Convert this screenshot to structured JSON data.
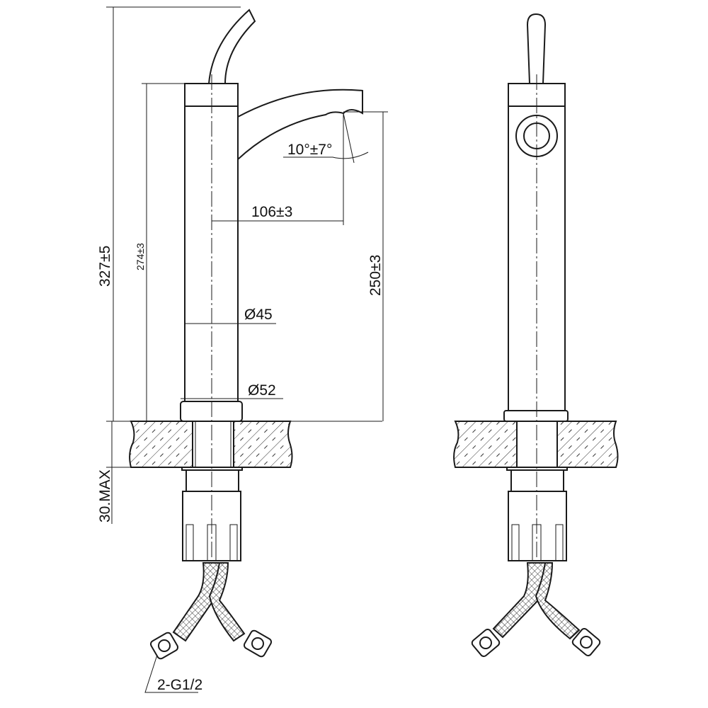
{
  "drawing": {
    "title": "Tall basin mixer faucet dimension drawing",
    "dimensions": {
      "total_height": "327±5",
      "body_height": "274±3",
      "spout_angle": "10°±7°",
      "spout_reach": "106±3",
      "spout_height": "250±3",
      "body_diameter": "Ø45",
      "base_diameter": "Ø52",
      "counter_thickness": "30.MAX",
      "hose_connection": "2-G1/2"
    }
  }
}
